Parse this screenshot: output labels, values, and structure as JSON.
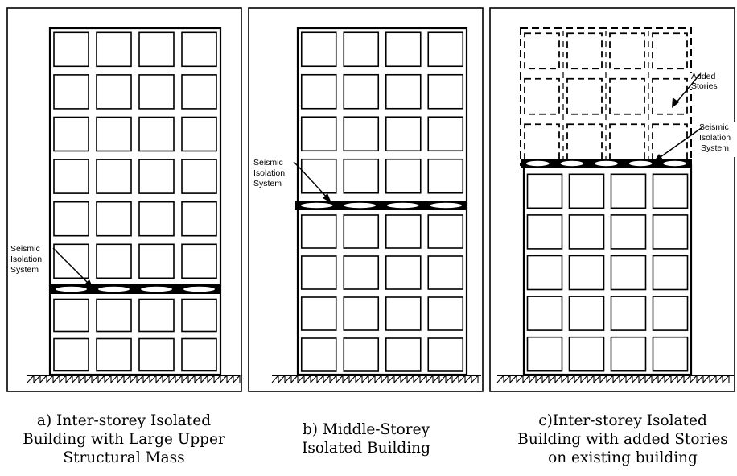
{
  "panels": [
    {
      "id": "a",
      "isolation_label": [
        "Seismic",
        "Isolation",
        "System"
      ],
      "caption": [
        "a) Inter-storey Isolated",
        "Building with Large Upper",
        "Structural Mass"
      ]
    },
    {
      "id": "b",
      "isolation_label": [
        "Seismic",
        "Isolation",
        "System"
      ],
      "caption": [
        "b) Middle-Storey",
        "Isolated Building"
      ]
    },
    {
      "id": "c",
      "isolation_label": [
        "Seismic",
        "Isolation",
        "System"
      ],
      "added_label": [
        "Added",
        "Stories"
      ],
      "caption": [
        "c)Inter-storey Isolated",
        "Building with added Stories",
        "on existing building"
      ]
    }
  ]
}
